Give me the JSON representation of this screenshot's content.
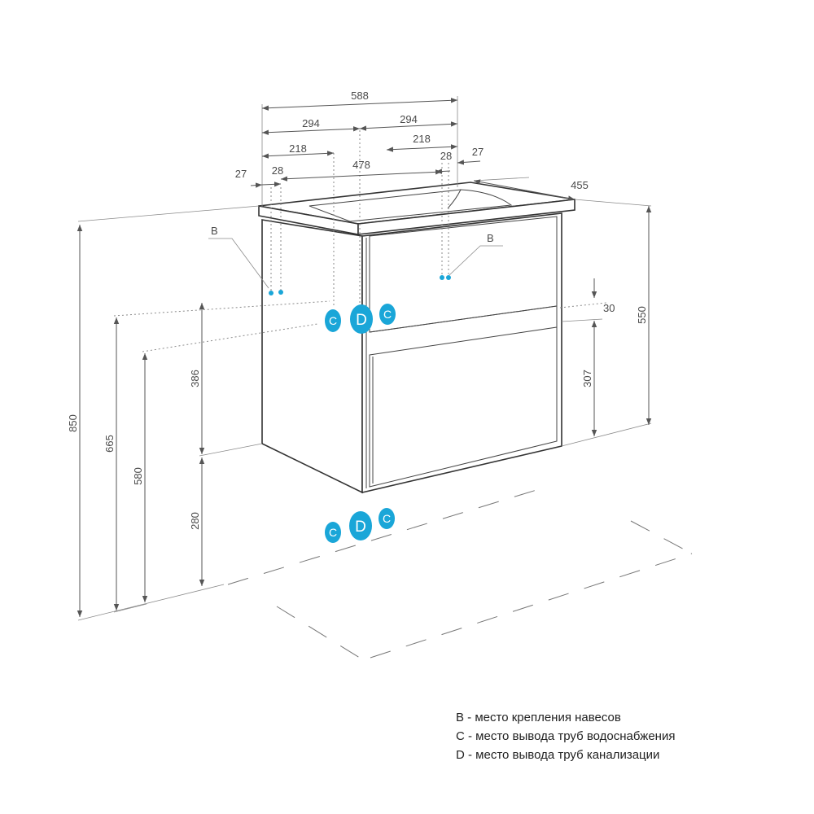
{
  "dimensions": {
    "total_width": "588",
    "half_left": "294",
    "half_right": "294",
    "inner_left": "218",
    "inner_right": "218",
    "span": "478",
    "edge_left": "27",
    "edge_right": "27",
    "offset_left": "28",
    "offset_right": "28",
    "depth": "455",
    "height_total": "850",
    "height_665": "665",
    "height_580": "580",
    "height_386": "386",
    "height_280": "280",
    "height_550": "550",
    "height_307": "307",
    "gap_30": "30"
  },
  "markers": {
    "b": "B",
    "c": "C",
    "d": "D"
  },
  "legend": [
    "B - место крепления навесов",
    "C - место вывода труб водоснабжения",
    "D - место вывода труб канализации"
  ],
  "colors": {
    "marker": "#1aa6d8",
    "outline": "#333333",
    "dimension": "#555555"
  }
}
